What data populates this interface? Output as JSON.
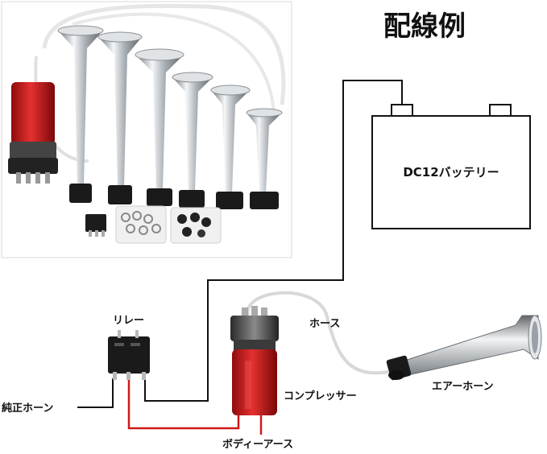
{
  "title": "配線例",
  "labels": {
    "battery": "DC12バッテリー",
    "relay": "リレー",
    "hose": "ホース",
    "compressor": "コンプレッサー",
    "air_horn": "エアーホーン",
    "stock_horn": "純正ホーン",
    "body_ground": "ボディーアース"
  },
  "colors": {
    "wire": "#111111",
    "ground_wire": "#d01818",
    "compressor_red": "#d42020",
    "chrome": "#c9ccd0",
    "hose": "#d8d8d8"
  }
}
